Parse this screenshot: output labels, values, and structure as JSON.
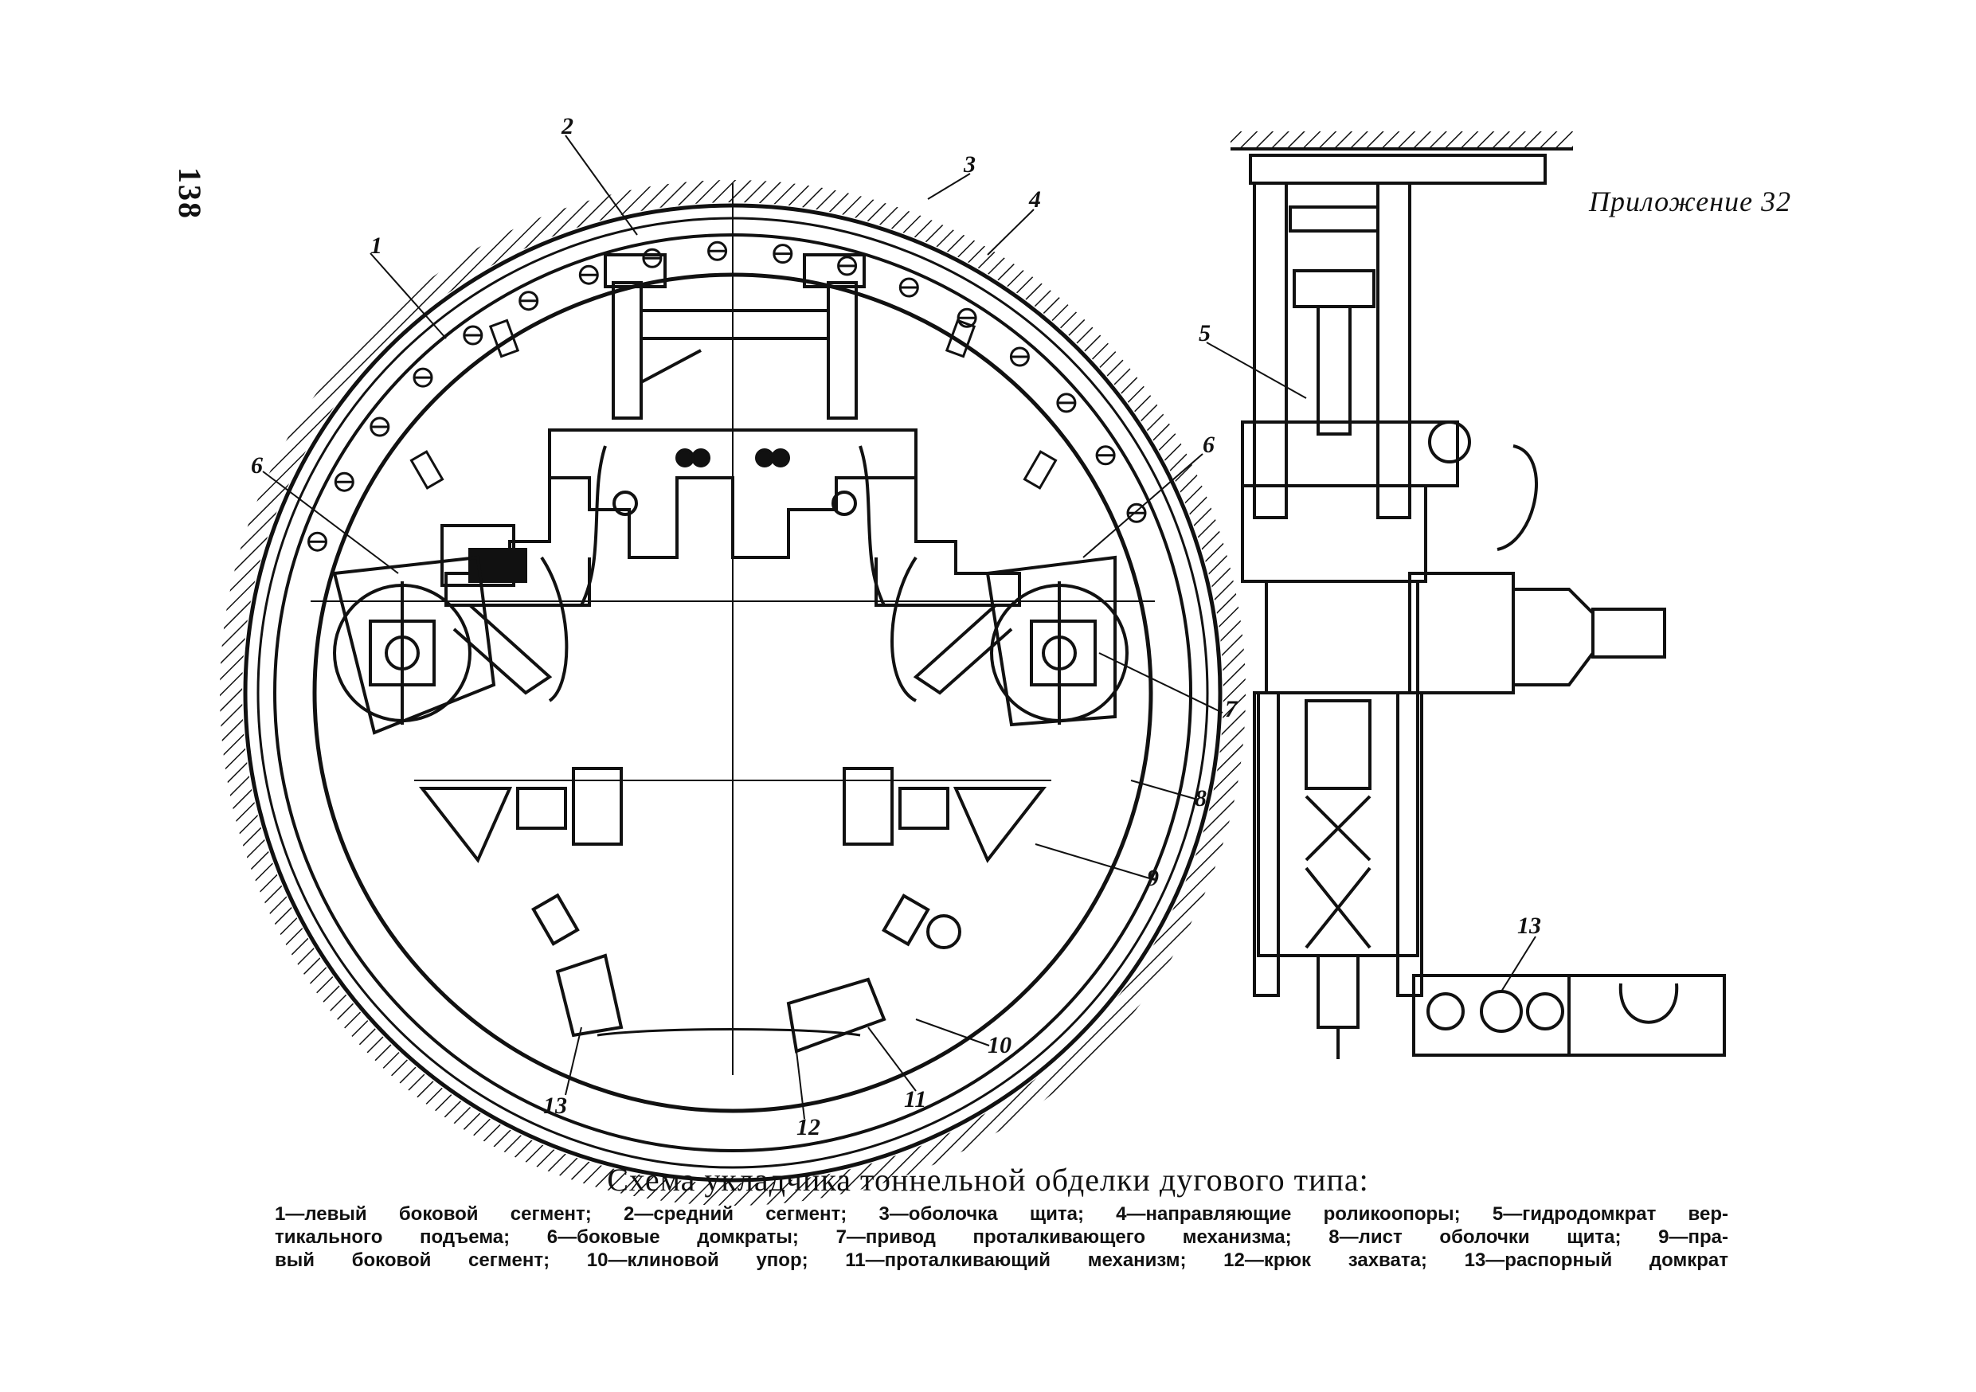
{
  "page": {
    "number": "138",
    "appendix": "Приложение 32"
  },
  "callouts": [
    "1",
    "2",
    "3",
    "4",
    "5",
    "6",
    "6",
    "7",
    "8",
    "9",
    "10",
    "11",
    "12",
    "13",
    "13"
  ],
  "caption": {
    "title": "Схема укладчика тоннельной обделки дугового типа:",
    "lines": [
      "1—левый боковой сегмент; 2—средний сегмент; 3—оболочка щита; 4—направляющие роликоопоры; 5—гидродомкрат вер-",
      "тикального подъема; 6—боковые домкраты; 7—привод проталкивающего механизма; 8—лист оболочки щита; 9—пра-",
      "вый боковой сегмент; 10—клиновой упор; 11—проталкивающий механизм; 12—крюк захвата; 13—распорный домкрат"
    ]
  },
  "colors": {
    "ink": "#111111",
    "paper": "#ffffff"
  }
}
